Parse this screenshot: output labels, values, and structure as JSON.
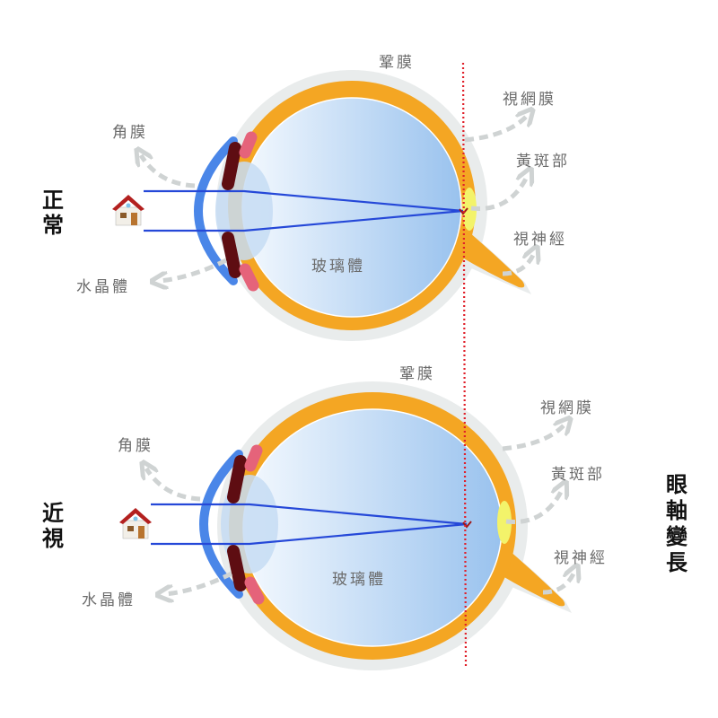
{
  "colors": {
    "sclera": "#e9ecec",
    "choroid": "#f4a623",
    "vitreous_light": "#eef5fd",
    "vitreous_dark": "#9fc6ee",
    "cornea": "#4a86e8",
    "iris": "#5e0d12",
    "ciliary": "#e5637a",
    "macula": "#f3f36a",
    "ray": "#2548d8",
    "axis_line": "#e0202a",
    "arrow": "#cfd3d3"
  },
  "normal": {
    "side_label": [
      "正",
      "常"
    ],
    "labels": {
      "sclera": "鞏膜",
      "retina": "視網膜",
      "macula": "黃斑部",
      "optic_nerve": "視神經",
      "cornea": "角膜",
      "lens": "水晶體",
      "vitreous": "玻璃體"
    },
    "object_icon": "house-icon"
  },
  "myopia": {
    "side_label": [
      "近",
      "視"
    ],
    "labels": {
      "sclera": "鞏膜",
      "retina": "視網膜",
      "macula": "黃斑部",
      "optic_nerve": "視神經",
      "cornea": "角膜",
      "lens": "水晶體",
      "vitreous": "玻璃體"
    },
    "object_icon": "house-icon"
  },
  "axis_label": [
    "眼",
    "軸",
    "變",
    "長"
  ]
}
